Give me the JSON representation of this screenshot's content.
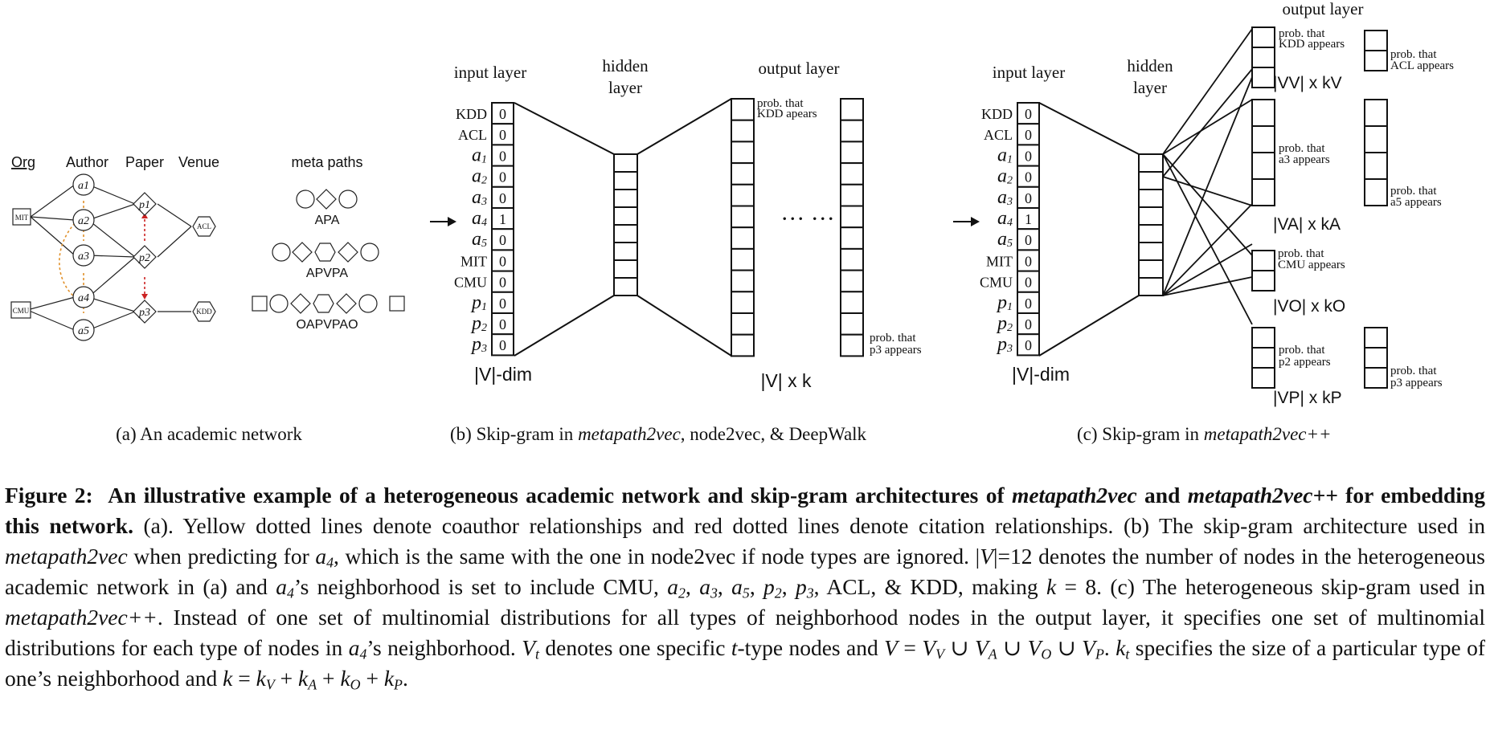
{
  "panel_a": {
    "headers": {
      "org": "Org",
      "author": "Author",
      "paper": "Paper",
      "venue": "Venue"
    },
    "org_nodes": [
      "MIT",
      "CMU"
    ],
    "author_nodes": [
      "a1",
      "a2",
      "a3",
      "a4",
      "a5"
    ],
    "paper_nodes": [
      "p1",
      "p2",
      "p3"
    ],
    "venue_nodes": [
      "ACL",
      "KDD"
    ],
    "meta_paths_title": "meta paths",
    "meta_paths": [
      "APA",
      "APVPA",
      "OAPVPAO"
    ],
    "subcaption": "(a)  An academic network"
  },
  "panel_b": {
    "input_title": "input layer",
    "hidden_title_1": "hidden",
    "hidden_title_2": "layer",
    "output_title": "output layer",
    "input_labels": [
      "KDD",
      "ACL",
      "a1",
      "a2",
      "a3",
      "a4",
      "a5",
      "MIT",
      "CMU",
      "p1",
      "p2",
      "p3"
    ],
    "input_values": [
      "0",
      "0",
      "0",
      "0",
      "0",
      "1",
      "0",
      "0",
      "0",
      "0",
      "0",
      "0"
    ],
    "input_dim": "|V|-dim",
    "output_dim": "|V| x k",
    "dots": "··· ···",
    "prob_top": [
      "prob. that",
      "KDD apears"
    ],
    "prob_bottom": [
      "prob. that",
      "p3 appears"
    ],
    "subcaption_prefix": "(b)  Skip-gram in ",
    "subcaption_em": "metapath2vec",
    "subcaption_suffix": ", node2vec, & DeepWalk"
  },
  "panel_c": {
    "input_title": "input layer",
    "hidden_title_1": "hidden",
    "hidden_title_2": "layer",
    "output_title": "output layer",
    "input_labels": [
      "KDD",
      "ACL",
      "a1",
      "a2",
      "a3",
      "a4",
      "a5",
      "MIT",
      "CMU",
      "p1",
      "p2",
      "p3"
    ],
    "input_values": [
      "0",
      "0",
      "0",
      "0",
      "0",
      "1",
      "0",
      "0",
      "0",
      "0",
      "0",
      "0"
    ],
    "input_dim": "|V|-dim",
    "groups": [
      {
        "label": "|VV| x kV",
        "prob_left": [
          "prob. that",
          "KDD appears"
        ],
        "prob_right": [
          "prob. that",
          "ACL appears"
        ]
      },
      {
        "label": "|VA| x kA",
        "prob_left": [
          "prob. that",
          "a3 appears"
        ],
        "prob_right": [
          "prob. that",
          "a5 appears"
        ]
      },
      {
        "label": "|VO| x kO",
        "prob_left": [
          "prob. that",
          "CMU appears"
        ]
      },
      {
        "label": "|VP| x kP",
        "prob_left": [
          "prob. that",
          "p2 appears"
        ],
        "prob_right": [
          "prob. that",
          "p3 appears"
        ]
      }
    ],
    "subcaption_prefix": "(c)  Skip-gram in ",
    "subcaption_em": "metapath2vec++"
  },
  "caption": {
    "label": "Figure 2:",
    "bold_1": "An illustrative example of a heterogeneous academic network and skip-gram architectures of ",
    "bold_em_1": "metapath2vec",
    "bold_2": " and ",
    "bold_em_2": "metapath2vec++",
    "bold_3": " for embedding this network.",
    "t1": " (a). Yellow dotted lines denote coauthor relationships and red dotted lines denote citation relationships. (b) The skip-gram architecture used in ",
    "t1_em": "metapath2vec",
    "t2": " when predicting for ",
    "t3": ", which is the same with the one in node2vec if node types are ignored. |",
    "t3_v": "V",
    "t4": "|=12 denotes the number of nodes in the heterogeneous academic network in (a) and ",
    "t5": "’s neighborhood is set to include CMU, ",
    "t6": ", ACL, & KDD, making ",
    "t7": " = 8. (c) The heterogeneous skip-gram used in ",
    "t7_em": "metapath2vec++",
    "t8": ". Instead of one set of multinomial distributions for all types of neighborhood nodes in the output layer, it specifies one set of multinomial distributions for each type of nodes in ",
    "t9": "’s neighborhood. ",
    "t10": " denotes one specific ",
    "t11": "-type nodes and ",
    "t12": " specifies the size of a particular type of one’s neighborhood and ",
    "t13": "."
  }
}
